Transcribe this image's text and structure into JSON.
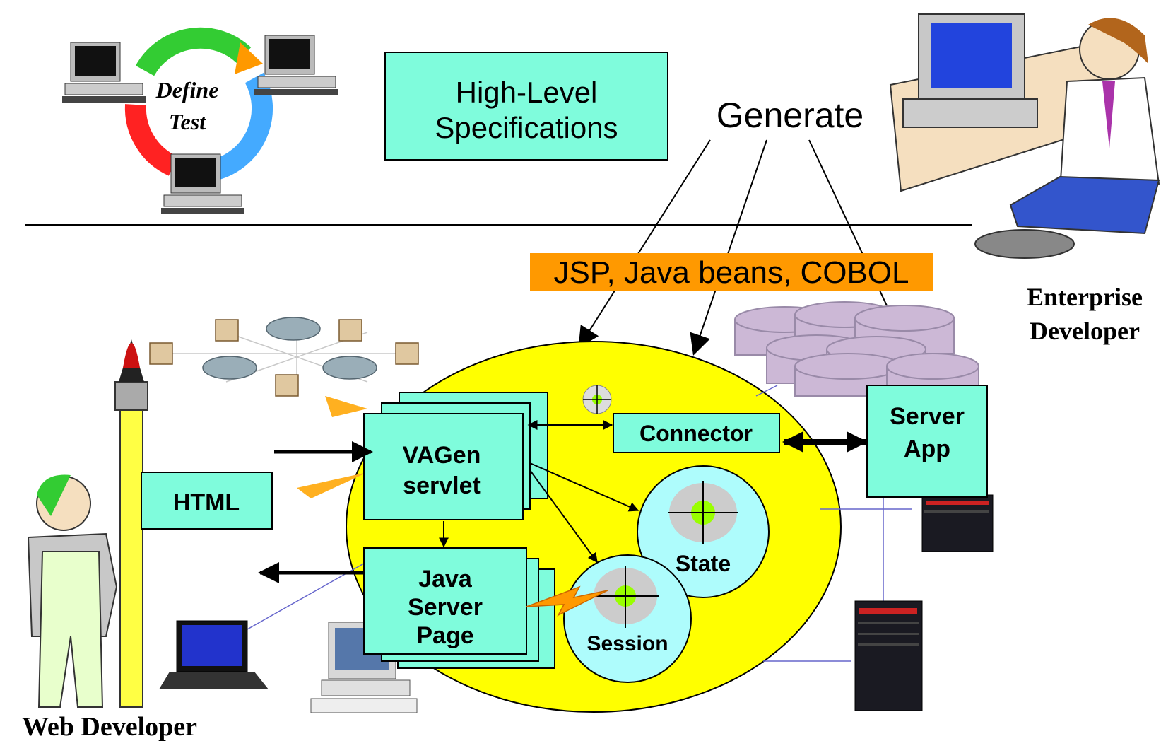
{
  "cycle": {
    "line1": "Define",
    "line2": "Test"
  },
  "spec_box": {
    "line1": "High-Level",
    "line2": "Specifications"
  },
  "generate_label": "Generate",
  "output_banner": "JSP, Java beans, COBOL",
  "enterprise_developer": {
    "line1": "Enterprise",
    "line2": "Developer"
  },
  "web_developer": "Web Developer",
  "components": {
    "html": "HTML",
    "vagen": {
      "line1": "VAGen",
      "line2": "servlet"
    },
    "connector": "Connector",
    "server_app": {
      "line1": "Server",
      "line2": "App"
    },
    "jsp": {
      "line1": "Java",
      "line2": "Server",
      "line3": "Page"
    },
    "state": "State",
    "session": "Session"
  },
  "colors": {
    "box_fill": "#7ffcdc",
    "ellipse_fill": "#ffff00",
    "banner_fill": "#ff9900",
    "bubble_fill": "#aefcfc",
    "target_fill": "#99ff00"
  }
}
